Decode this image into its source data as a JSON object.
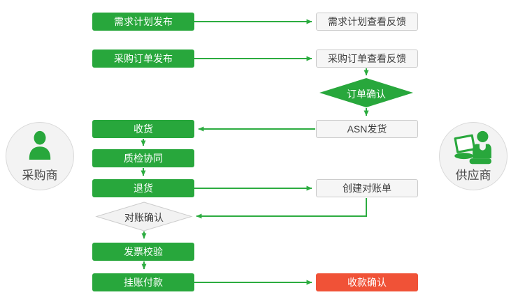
{
  "diagram": {
    "colors": {
      "green": "#28A73C",
      "red": "#F05237",
      "connector_green": "#2CAC40",
      "plain_box_bg": "#F6F6F6",
      "plain_box_border": "#CBCBCB",
      "dark_text": "#3C3C3C",
      "actor_circle_bg": "#F3F3F3"
    },
    "actors": {
      "buyer": {
        "label": "采购商"
      },
      "supplier": {
        "label": "供应商"
      }
    },
    "nodes": {
      "demand_plan_publish": {
        "label": "需求计划发布",
        "type": "green"
      },
      "demand_plan_feedback": {
        "label": "需求计划查看反馈",
        "type": "plain"
      },
      "po_publish": {
        "label": "采购订单发布",
        "type": "green"
      },
      "po_feedback": {
        "label": "采购订单查看反馈",
        "type": "plain"
      },
      "order_confirm": {
        "label": "订单确认",
        "type": "diamond-green"
      },
      "receive_goods": {
        "label": "收货",
        "type": "green"
      },
      "asn_ship": {
        "label": "ASN发货",
        "type": "plain"
      },
      "quality_collab": {
        "label": "质检协同",
        "type": "green"
      },
      "return_goods": {
        "label": "退货",
        "type": "green"
      },
      "create_statement": {
        "label": "创建对账单",
        "type": "plain"
      },
      "statement_confirm": {
        "label": "对账确认",
        "type": "diamond-plain"
      },
      "invoice_verify": {
        "label": "发票校验",
        "type": "green"
      },
      "book_payment": {
        "label": "挂账付款",
        "type": "green"
      },
      "receipt_confirm": {
        "label": "收款确认",
        "type": "red"
      }
    }
  }
}
